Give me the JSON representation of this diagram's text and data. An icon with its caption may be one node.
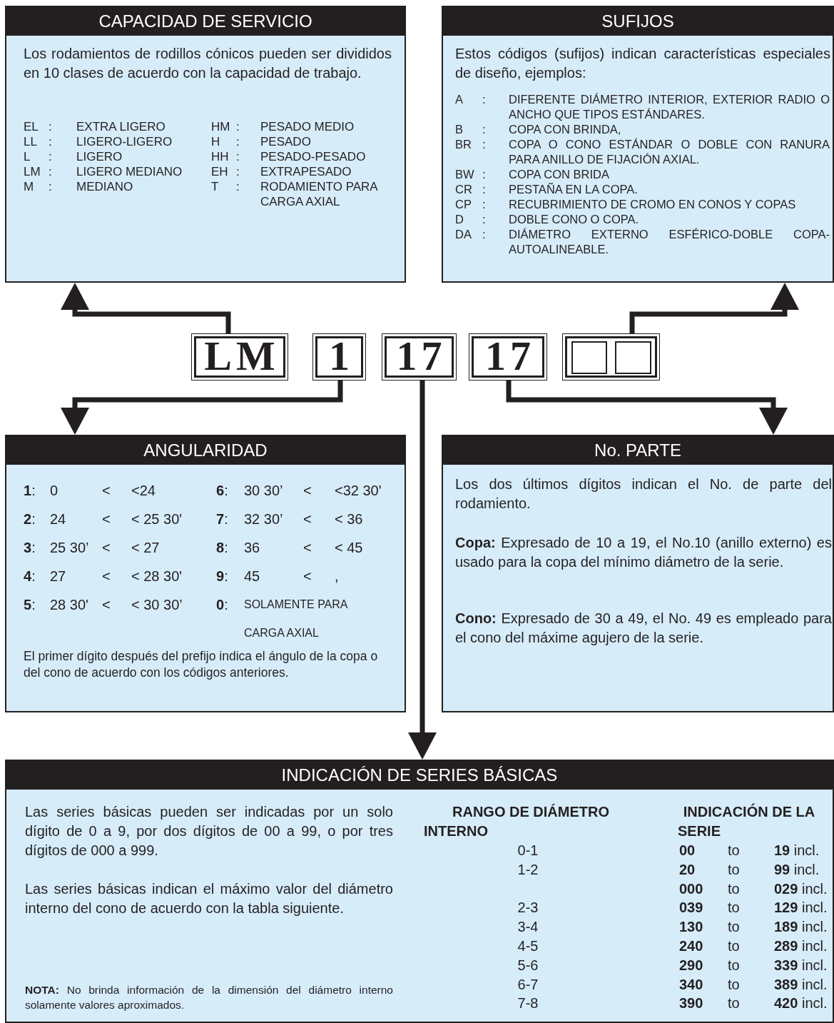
{
  "diagram": {
    "nodes": [
      {
        "text": [
          "CAPACIDAD DE SERVICIO",
          "Los rodamientos de rodillos cónicos pueden ser divididos en 10 clases de acuerdo con la capacidad de trabajo.",
          "EL",
          ":",
          "EXTRA LIGERO",
          "HM",
          ":",
          "PESADO MEDIO",
          "LL",
          ":",
          "LIGERO-LIGERO",
          "H",
          ":",
          "PESADO",
          "L",
          ":",
          "LIGERO",
          "HH",
          ":",
          "PESADO-PESADO",
          "LM",
          ":",
          "LIGERO MEDIANO",
          "EH",
          ":",
          "EXTRAPESADO",
          "M",
          ":",
          "MEDIANO",
          "T",
          ":",
          "RODAMIENTO PARA CARGA AXIAL"
        ]
      },
      {
        "text": [
          "SUFIJOS",
          "Estos códigos (sufijos) indican características especiales de diseño, ejemplos:",
          "A",
          ":",
          "DIFERENTE DIÁMETRO INTERIOR, EXTERIOR RADIO O ANCHO QUE TIPOS ESTÁNDARES.",
          "B",
          ":",
          "COPA CON BRINDA,",
          "BR",
          ":",
          "COPA O CONO ESTÁNDAR O DOBLE CON RANURA PARA ANILLO DE FIJACIÓN AXIAL.",
          "BW",
          ":",
          "COPA CON BRIDA",
          "CR",
          ":",
          "PESTAÑA EN LA COPA.",
          "CP",
          ":",
          "RECUBRIMIENTO DE CROMO EN CONOS Y COPAS",
          "D",
          ":",
          "DOBLE CONO O COPA.",
          "DA",
          ":",
          "DIÁMETRO EXTERNO ESFÉRICO-DOBLE COPA-AUTOALINEABLE."
        ]
      },
      {
        "text": [
          "LM"
        ]
      },
      {
        "text": [
          "1"
        ]
      },
      {
        "text": [
          "17"
        ]
      },
      {
        "text": [
          "17"
        ]
      },
      {
        "text": [],
        "shape": "box"
      },
      {
        "text": [],
        "shape": "box",
        "in": 6
      },
      {
        "text": [],
        "shape": "box",
        "in": 6
      },
      {
        "text": [
          "ANGULARIDAD",
          "**1**:",
          "0",
          "<",
          "<24",
          "**6**:",
          "30 30’",
          "<",
          "<32 30'",
          "**2**:",
          "24",
          "<",
          "< 25 30'",
          "**7**:",
          "32 30’",
          "<",
          "< 36",
          "**3**:",
          "25 30’",
          "<",
          "< 27",
          "**8**:",
          "36",
          "<",
          "< 45",
          "**4**:",
          "27",
          "<",
          "< 28 30'",
          "**9**:",
          "45",
          "<",
          ",",
          "**5**:",
          "28 30'",
          "<",
          "< 30 30’",
          "**0**:",
          "SOLAMENTE PARA CARGA AXIAL",
          "El primer dígito después del prefijo indica el ángulo de la copa o del cono de acuerdo con los códigos anteriores."
        ]
      },
      {
        "text": [
          "No. PARTE",
          "Los dos últimos dígitos indican el No. de parte del rodamiento.",
          "**Copa:** Expresado de 10 a 19, el No.10 (anillo externo) es usado para la copa del mínimo diámetro de la serie.",
          "**Cono:** Expresado de 30 a 49, el No. 49 es empleado para el cono del máxime agujero de la serie."
        ]
      },
      {
        "text": [
          "INDICACIÓN DE SERIES BÁSICAS",
          "Las series básicas pueden ser indicadas por un solo dígito de 0 a 9, por dos dígitos de 00 a 99, o por tres dígitos de 000 a 999.",
          "Las series básicas indican el máximo valor del diámetro interno del cono de acuerdo con la tabla siguiente.",
          "**NOTA:** No brinda información de la dimensión del diámetro interno solamente valores aproximados.",
          "RANGO DE DIÁMETRO INTERNO",
          "INDICACIÓN DE LA SERIE",
          "0-1",
          "00",
          "to",
          "**19** incl.",
          "1-2",
          "20",
          "to",
          "**99** incl.",
          "000",
          "to",
          "**029** incl.",
          "2-3",
          "039",
          "to",
          "**129** incl.",
          "3-4",
          "130",
          "to",
          "**189** incl.",
          "4-5",
          "240",
          "to",
          "**289** incl.",
          "5-6",
          "290",
          "to",
          "**339** incl.",
          "6-7",
          "340",
          "to",
          "**389** incl.",
          "7-8",
          "390",
          "to",
          "**420** incl."
        ]
      }
    ],
    "edges": [
      {
        "from": 2,
        "to": 0,
        "arrow": "to"
      },
      {
        "from": 6,
        "to": 1,
        "arrow": "to"
      },
      {
        "from": 3,
        "to": 9,
        "arrow": "to"
      },
      {
        "from": 5,
        "to": 10,
        "arrow": "to"
      },
      {
        "from": 4,
        "to": 11,
        "arrow": "to"
      }
    ]
  }
}
